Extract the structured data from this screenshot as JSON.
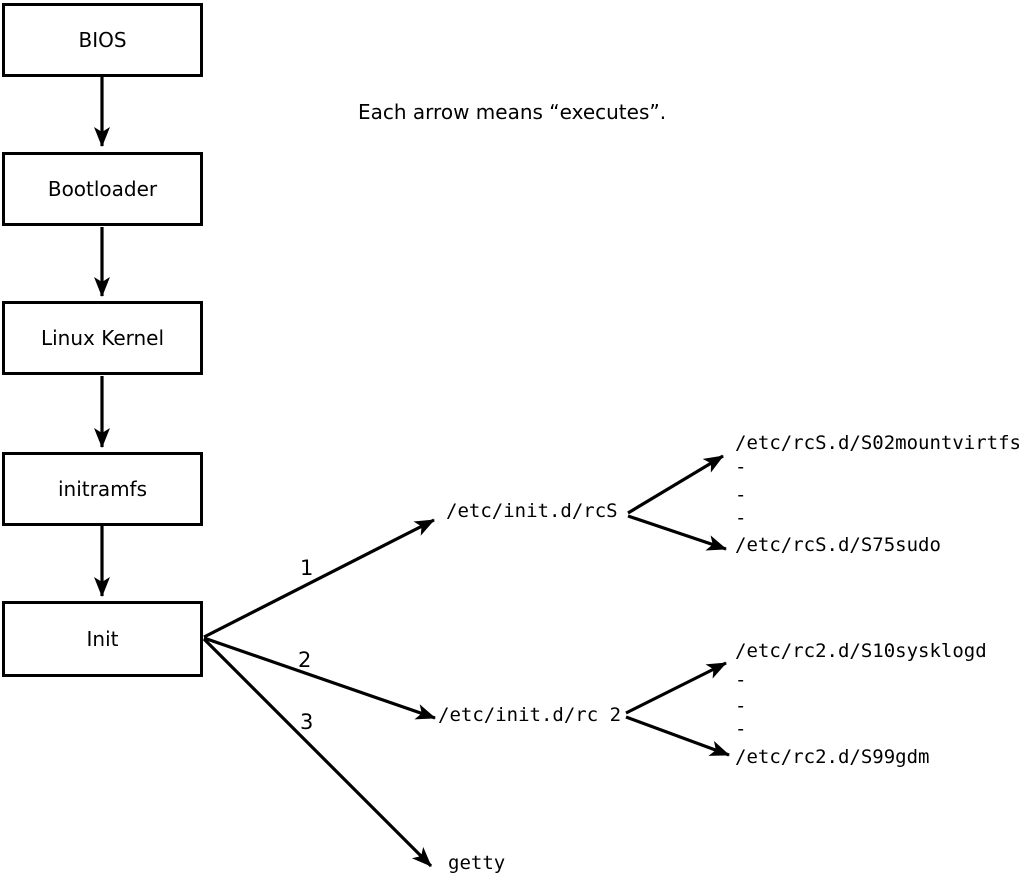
{
  "caption": "Each arrow means “executes”.",
  "chain": [
    {
      "label": "BIOS"
    },
    {
      "label": "Bootloader"
    },
    {
      "label": "Linux Kernel"
    },
    {
      "label": "initramfs"
    },
    {
      "label": "Init"
    }
  ],
  "branches": [
    {
      "number": "1",
      "target": "/etc/init.d/rcS",
      "children": {
        "first": "/etc/rcS.d/S02mountvirtfs",
        "dots": [
          "-",
          "-",
          "-"
        ],
        "last": "/etc/rcS.d/S75sudo"
      }
    },
    {
      "number": "2",
      "target": "/etc/init.d/rc 2",
      "children": {
        "first": "/etc/rc2.d/S10sysklogd",
        "dots": [
          "-",
          "-",
          "-"
        ],
        "last": "/etc/rc2.d/S99gdm"
      }
    },
    {
      "number": "3",
      "target": "getty"
    }
  ],
  "colors": {
    "ink": "#000000",
    "background": "#ffffff"
  }
}
